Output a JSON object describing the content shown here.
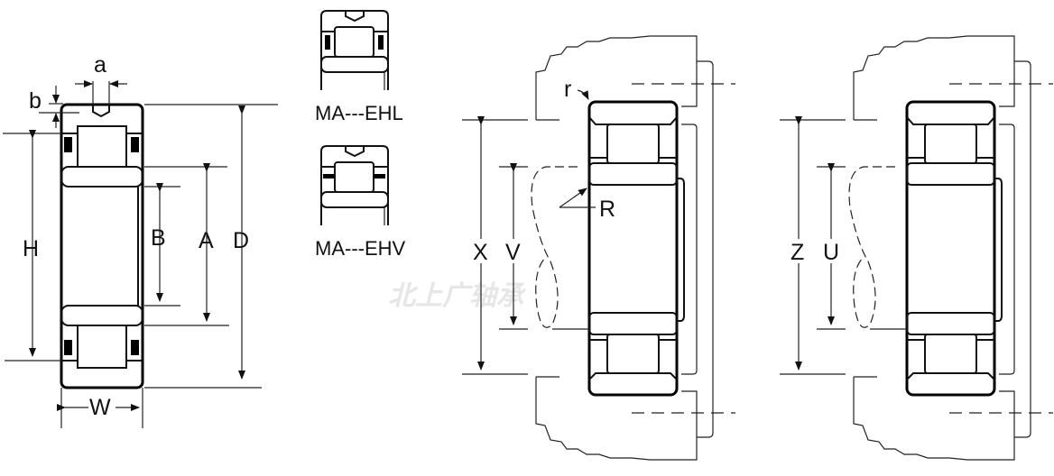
{
  "watermark": "北上广轴承",
  "left_drawing": {
    "labels": {
      "a": "a",
      "b": "b",
      "H": "H",
      "B": "B",
      "A": "A",
      "D": "D",
      "W": "W"
    }
  },
  "variants": [
    {
      "caption": "MA---EHL"
    },
    {
      "caption": "MA---EHV"
    }
  ],
  "mount_drawing_1": {
    "labels": {
      "r": "r",
      "R": "R",
      "X": "X",
      "V": "V"
    }
  },
  "mount_drawing_2": {
    "labels": {
      "Z": "Z",
      "U": "U"
    }
  },
  "colors": {
    "line": "#000000",
    "watermark": "#e6e6e6"
  }
}
